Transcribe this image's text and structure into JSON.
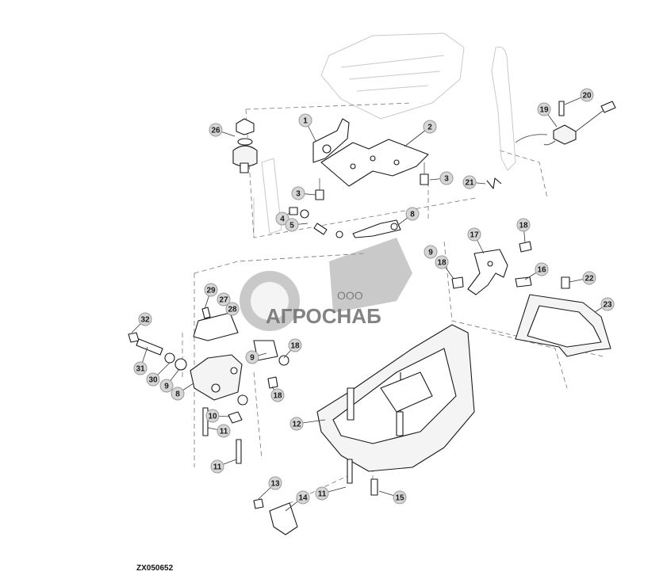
{
  "figure_id": "ZX050652",
  "watermark": {
    "line1": "ООО",
    "line2": "АГРОСНАБ"
  },
  "callouts": [
    "1",
    "2",
    "3",
    "4",
    "5",
    "8",
    "9",
    "10",
    "11",
    "12",
    "13",
    "14",
    "15",
    "16",
    "17",
    "18",
    "19",
    "20",
    "21",
    "22",
    "23",
    "26",
    "27",
    "28",
    "29",
    "30",
    "31",
    "32"
  ],
  "colors": {
    "callout_fill": "#d6d6d6",
    "line": "#1a1a1a",
    "watermark": "#8a8a8a"
  }
}
